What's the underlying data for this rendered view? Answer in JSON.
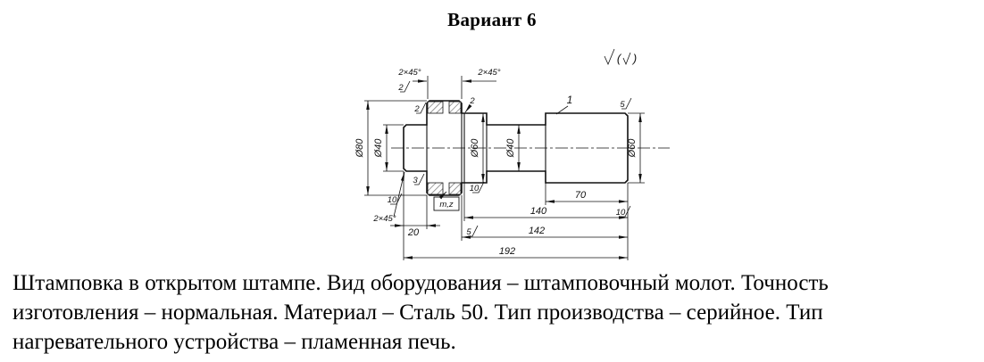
{
  "title": "Вариант 6",
  "drawing": {
    "general_roughness_open": "(",
    "general_roughness_close": ")",
    "part_number": "1",
    "knurl_label": "m,z",
    "step_label": "2",
    "chamfers": {
      "top_left": "2×45°",
      "top_right": "2×45°",
      "bottom_left": "2×45°"
    },
    "diameters": {
      "d80": "Ø80",
      "d40_left": "Ø40",
      "d60_mid": "Ø60",
      "d40_mid": "Ø40",
      "d60_right": "Ø60"
    },
    "lengths": {
      "l20": "20",
      "l70": "70",
      "l140": "140",
      "l142": "142",
      "l192": "192"
    },
    "roughness": {
      "top_left_outer": "2",
      "top_left_inner": "2",
      "top_right": "5",
      "stub_corner": "3",
      "flange_bottom": "10",
      "bottom_left": "10",
      "bottom_right": "10",
      "mid_lower": "5"
    }
  },
  "caption_lines": [
    "Штамповка в открытом штампе. Вид оборудования – штамповочный молот. Точность",
    "изготовления – нормальная. Материал – Сталь 50. Тип производства – серийное. Тип",
    "нагревательного устройства – пламенная печь."
  ]
}
